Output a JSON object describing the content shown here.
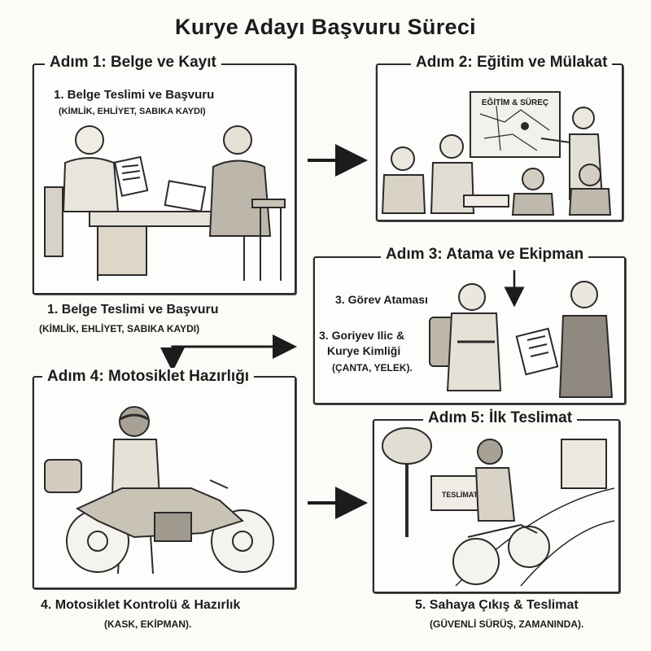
{
  "title": "Kurye Adayı Başvuru Süreci",
  "steps": [
    {
      "title": "Adım 1: Belge ve Kayıt",
      "inner_caption": "1. Belge Teslimi ve Başvuru",
      "inner_sub": "(KİMLİK, EHLİYET, SABIKA KAYDI)",
      "caption": "1. Belge Teslimi ve Başvuru",
      "sub": "(KİMLİK, EHLİYET, SABIKA KAYDI)"
    },
    {
      "title": "Adım 2: Eğitim ve Mülakat",
      "board_label": "EĞİTİM & SÜREÇ"
    },
    {
      "title": "Adım 3: Atama ve Ekipman",
      "caption_a": "3. Görev Ataması",
      "caption_b1": "3. Goriyev Ilic  &",
      "caption_b2": "Kurye Kimliği",
      "sub": "(ÇANTA, YELEK)."
    },
    {
      "title": "Adım 4: Motosiklet Hazırlığı",
      "caption": "4. Motosiklet Kontrolü & Hazırlık",
      "sub": "(KASK, EKİPMAN)."
    },
    {
      "title": "Adım 5: İlk Teslimat",
      "box_label": "TESLİMAT",
      "caption": "5. Sahaya Çıkış & Teslimat",
      "sub": "(GÜVENLİ SÜRÜŞ, ZAMANINDA)."
    }
  ]
}
